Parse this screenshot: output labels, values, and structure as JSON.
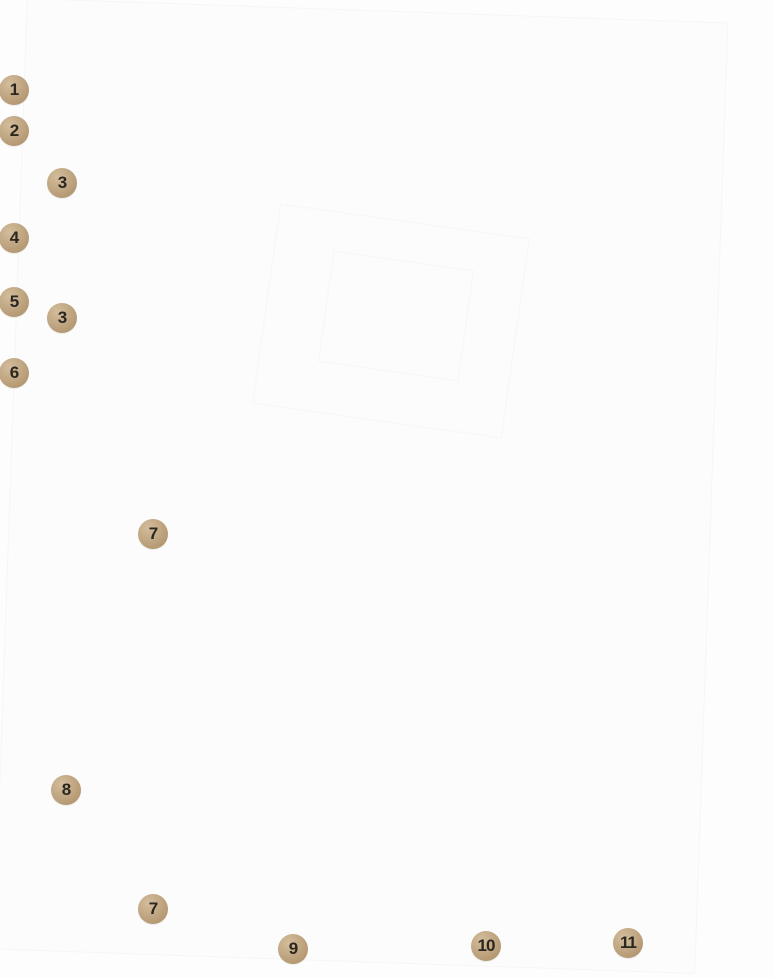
{
  "callouts": [
    {
      "label": "1"
    },
    {
      "label": "2"
    },
    {
      "label": "3"
    },
    {
      "label": "4"
    },
    {
      "label": "5"
    },
    {
      "label": "3"
    },
    {
      "label": "6"
    },
    {
      "label": "7"
    },
    {
      "label": "8"
    },
    {
      "label": "7"
    },
    {
      "label": "9"
    },
    {
      "label": "10"
    },
    {
      "label": "11"
    }
  ],
  "colors": {
    "badge": "#bfa47d",
    "badge_text": "#2a2620",
    "background": "#fdfdfd"
  }
}
